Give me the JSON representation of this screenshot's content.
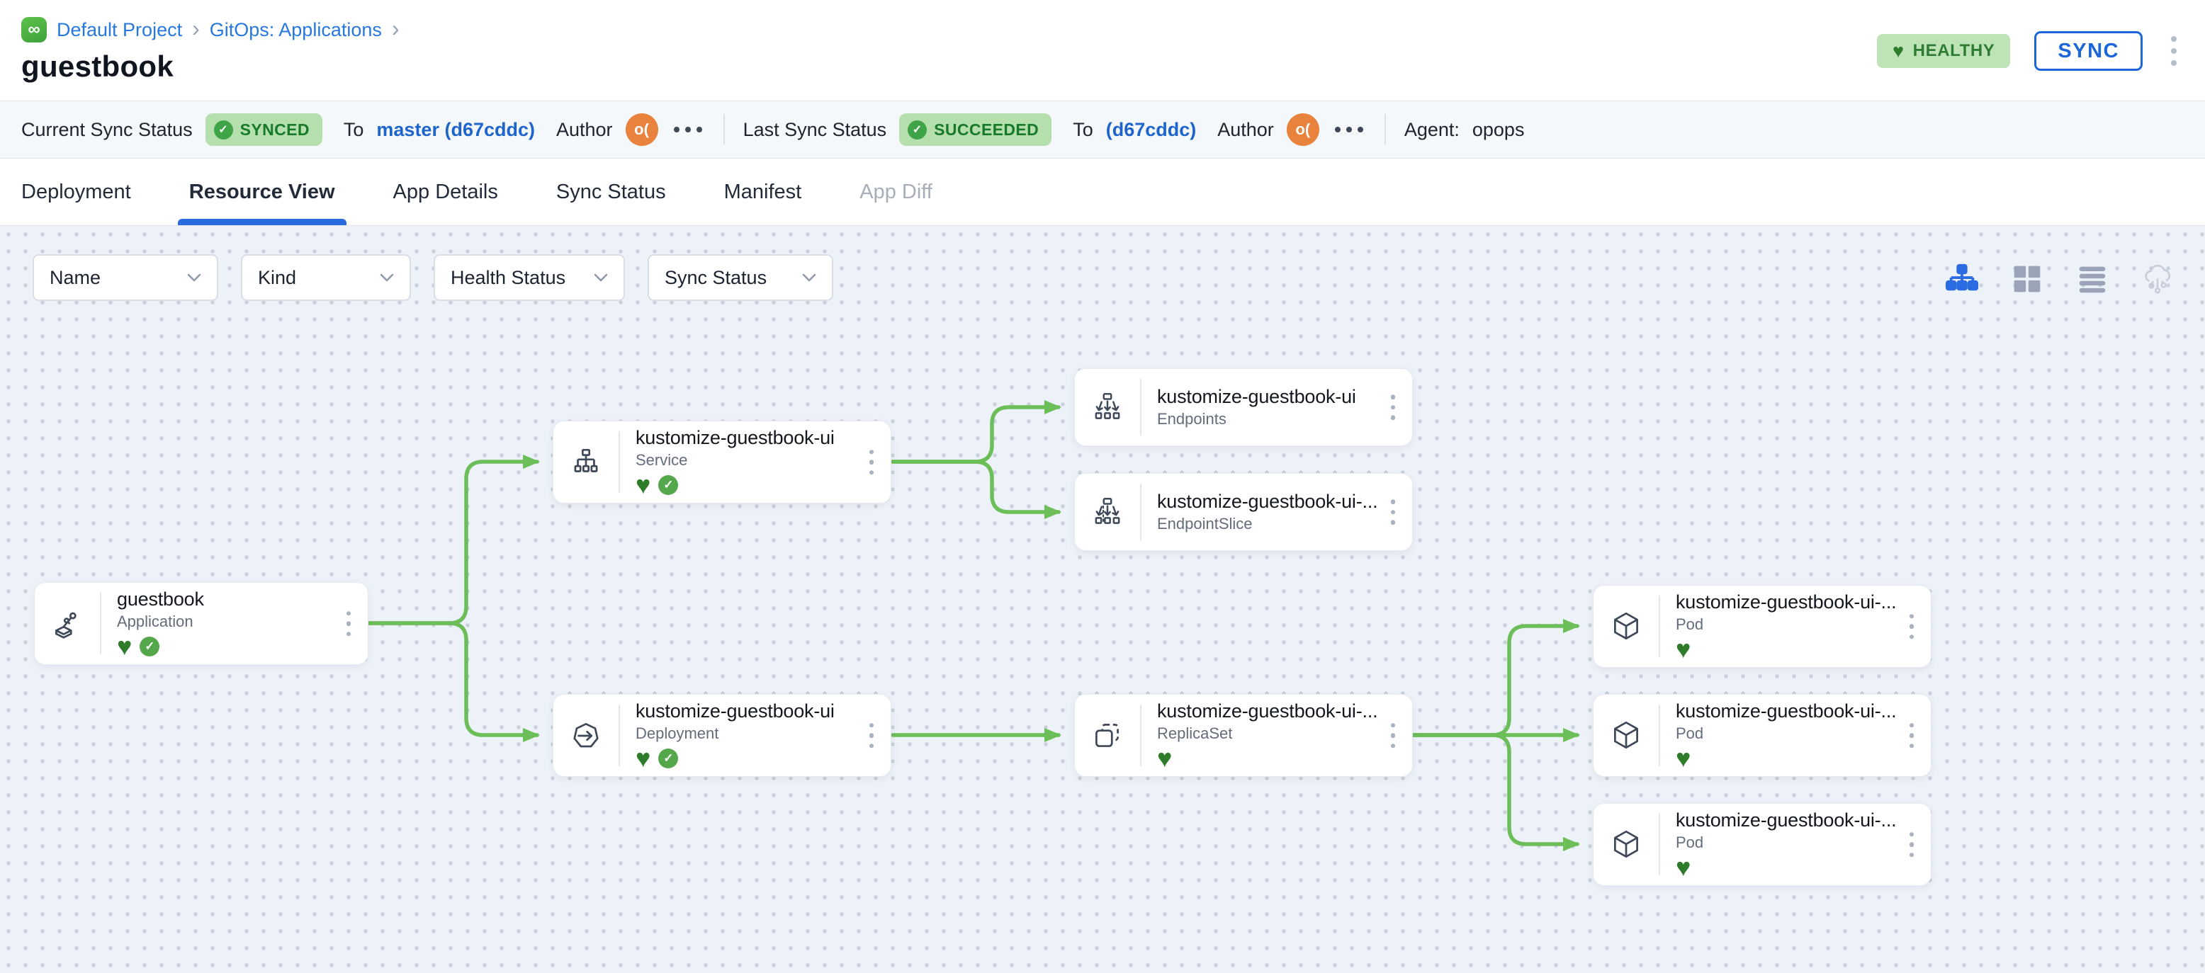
{
  "breadcrumb": {
    "project": "Default Project",
    "separator": "›",
    "section": "GitOps: Applications"
  },
  "page_title": "guestbook",
  "header": {
    "health_label": "HEALTHY",
    "sync_label": "SYNC"
  },
  "status_bar": {
    "current_label": "Current Sync Status",
    "current_badge": "SYNCED",
    "current_to": "To",
    "current_target": "master (d67cddc)",
    "current_author_label": "Author",
    "current_author_initials": "o(",
    "last_label": "Last Sync Status",
    "last_badge": "SUCCEEDED",
    "last_to": "To",
    "last_target": "(d67cddc)",
    "last_author_label": "Author",
    "last_author_initials": "o(",
    "agent_label": "Agent:",
    "agent_value": "opops"
  },
  "tabs": [
    {
      "label": "Deployment"
    },
    {
      "label": "Resource View"
    },
    {
      "label": "App Details"
    },
    {
      "label": "Sync Status"
    },
    {
      "label": "Manifest"
    },
    {
      "label": "App Diff"
    }
  ],
  "filters": {
    "name": "Name",
    "kind": "Kind",
    "health": "Health Status",
    "sync": "Sync Status"
  },
  "view_toggles": [
    "tree-view",
    "grid-view",
    "list-view",
    "cloud-view"
  ],
  "graph": {
    "nodes": [
      {
        "title": "guestbook",
        "kind": "Application",
        "health": "healthy",
        "sync": "synced"
      },
      {
        "title": "kustomize-guestbook-ui",
        "kind": "Service",
        "health": "healthy",
        "sync": "synced"
      },
      {
        "title": "kustomize-guestbook-ui",
        "kind": "Endpoints"
      },
      {
        "title": "kustomize-guestbook-ui-...",
        "kind": "EndpointSlice"
      },
      {
        "title": "kustomize-guestbook-ui",
        "kind": "Deployment",
        "health": "healthy",
        "sync": "synced"
      },
      {
        "title": "kustomize-guestbook-ui-...",
        "kind": "ReplicaSet",
        "health": "healthy"
      },
      {
        "title": "kustomize-guestbook-ui-...",
        "kind": "Pod",
        "health": "healthy"
      },
      {
        "title": "kustomize-guestbook-ui-...",
        "kind": "Pod",
        "health": "healthy"
      },
      {
        "title": "kustomize-guestbook-ui-...",
        "kind": "Pod",
        "health": "healthy"
      }
    ]
  },
  "colors": {
    "edge_green": "#6cbe58",
    "accent_blue": "#1b66d9",
    "badge_bg": "#b5dfad",
    "badge_text": "#177a28",
    "heart_green": "#2e7b2a"
  }
}
